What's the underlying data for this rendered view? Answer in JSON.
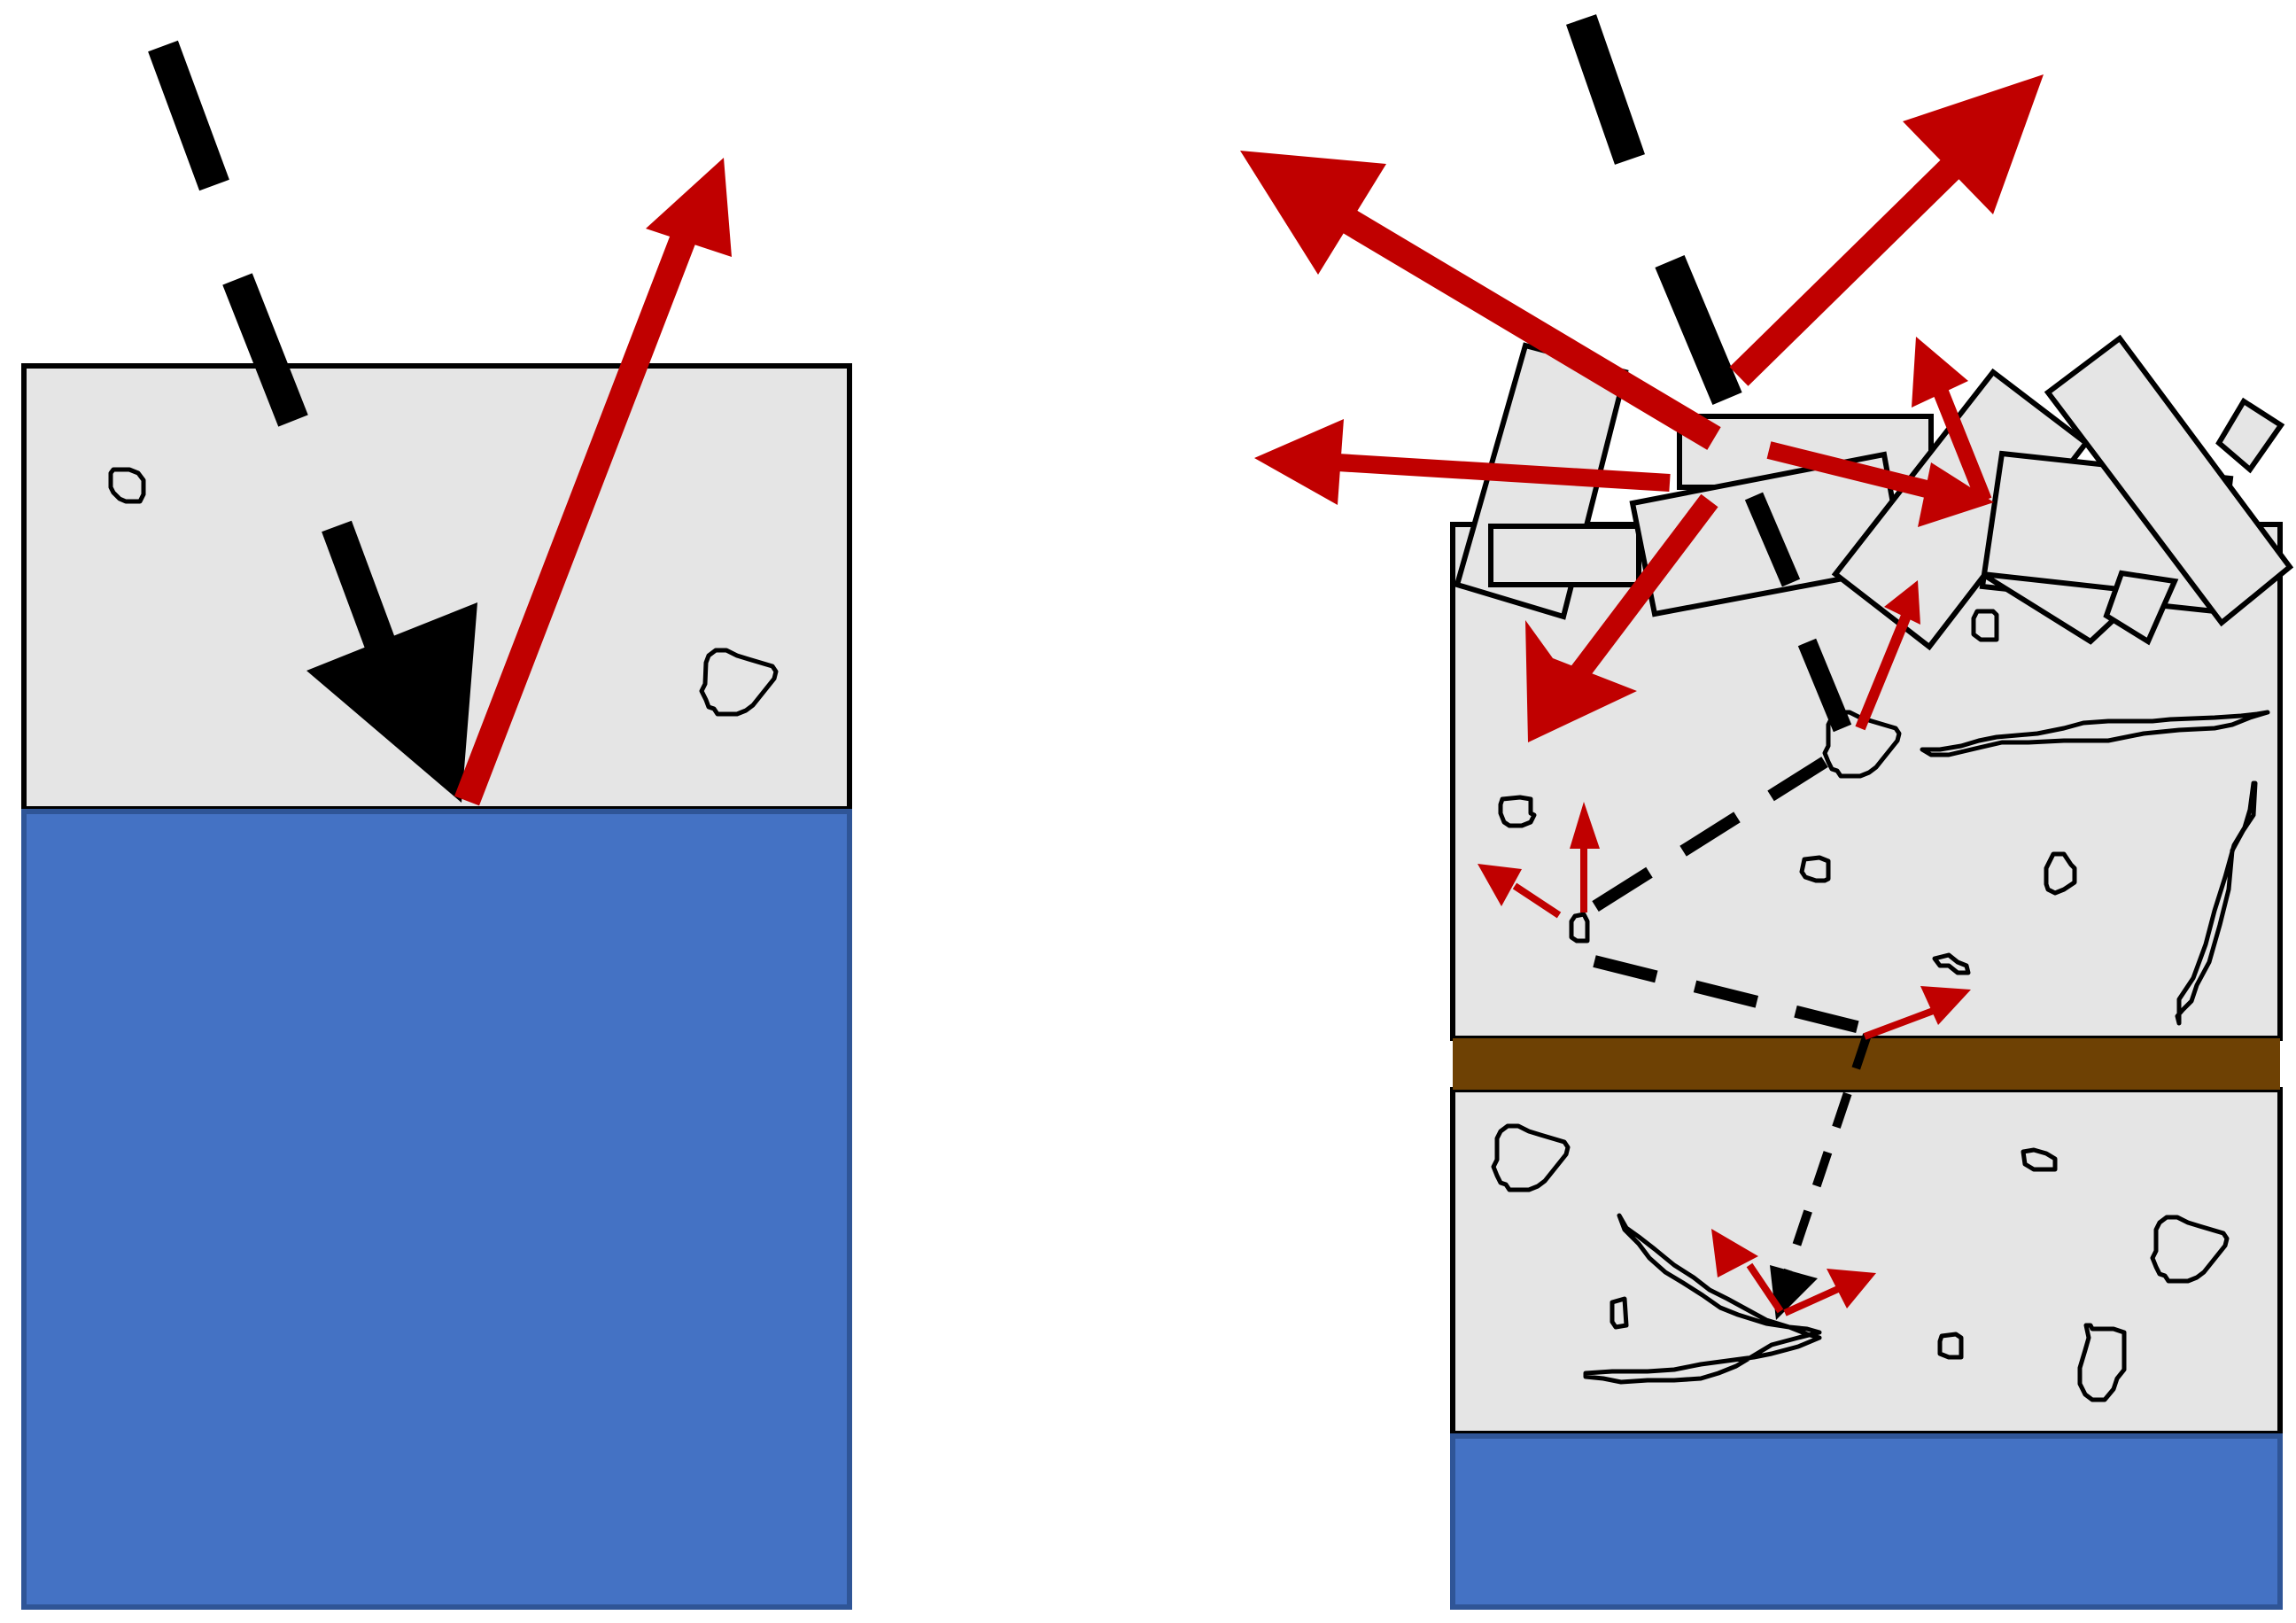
{
  "diagram": {
    "panels": [
      {
        "id": "left",
        "layers": [
          "ice",
          "water"
        ],
        "incident_ray": "solid",
        "reflected_ray": "specular"
      },
      {
        "id": "right",
        "layers": [
          "rough-ice-blocks",
          "ice",
          "dirt-layer",
          "ice",
          "water"
        ],
        "incident_ray": "solid",
        "reflected_rays": "multi-directional",
        "internal_paths": "dashed"
      }
    ],
    "colors": {
      "ice": "#e5e5e5",
      "water": "#4472c4",
      "water_edge": "#2f5597",
      "dirt_layer": "#6e4104",
      "scattered_ray": "#c00000",
      "incident_ray": "#000000",
      "outline": "#000000",
      "background": "#ffffff"
    },
    "icons": [
      "incident-light-arrow",
      "reflected-light-arrow",
      "bubble-inclusion",
      "crack-inclusion"
    ]
  }
}
